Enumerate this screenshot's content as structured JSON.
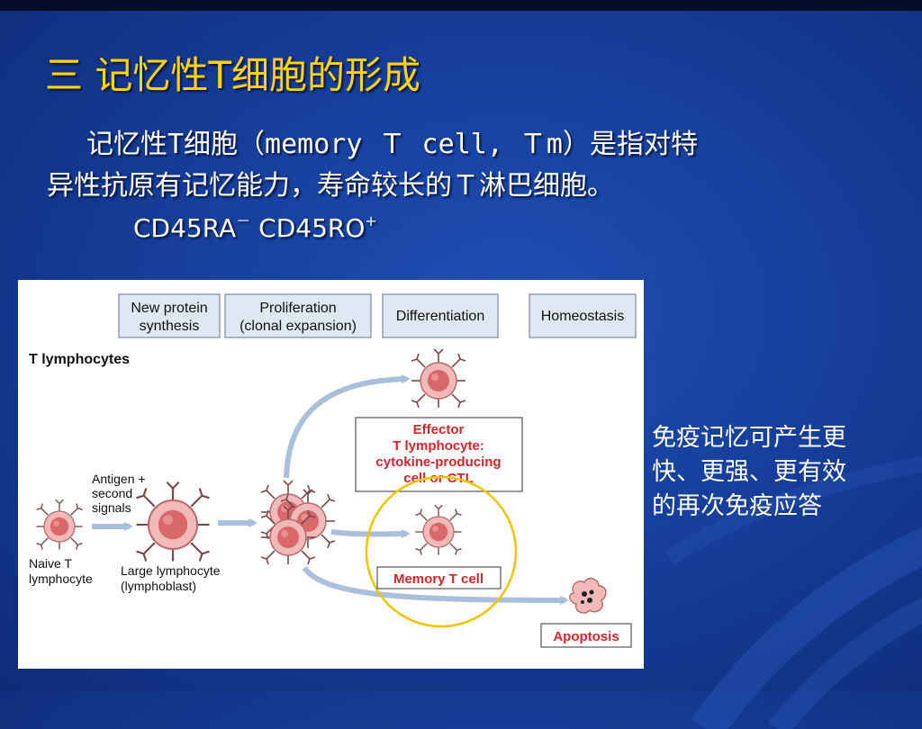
{
  "slide": {
    "title": "三 记忆性T细胞的形成",
    "body_line1": "记忆性T细胞（memory Ｔ cell, Ｔm）是指对特",
    "body_line2": "异性抗原有记忆能力，寿命较长的Ｔ淋巴细胞。",
    "marker1_base": "CD45RA",
    "marker1_sup": "－",
    "marker2_base": "CD45RO",
    "marker2_sup": "+",
    "side_note": [
      "免疫记忆可产生更",
      "快、更强、更有效",
      "的再次免疫应答"
    ]
  },
  "figure": {
    "header_boxes": [
      [
        "New protein",
        "synthesis"
      ],
      [
        "Proliferation",
        "(clonal expansion)"
      ],
      [
        "Differentiation"
      ],
      [
        "Homeostasis"
      ]
    ],
    "section_label": "T lymphocytes",
    "antigen_label": [
      "Antigen +",
      "second",
      "signals"
    ],
    "naive_label": [
      "Naive T",
      "lymphocyte"
    ],
    "large_label": [
      "Large lymphocyte",
      "(lymphoblast)"
    ],
    "effector_label": [
      "Effector",
      "T lymphocyte:",
      "cytokine-producing",
      "cell or CTL"
    ],
    "memory_label": "Memory T cell",
    "apoptosis_label": "Apoptosis",
    "colors": {
      "red_label": "#d9242b",
      "cell_fill": "#f2b9b9",
      "cell_nucleus": "#d9686b",
      "arrow": "#a9bfdc",
      "header_box": "#dfe7f2",
      "highlight_circle": "#f5c400"
    }
  }
}
